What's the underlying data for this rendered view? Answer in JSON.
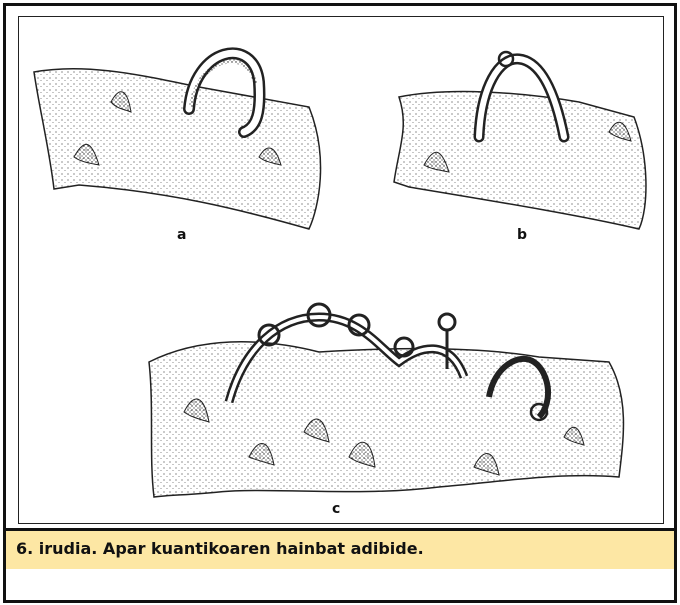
{
  "figure": {
    "panel_labels": {
      "a": "a",
      "b": "b",
      "c": "c"
    },
    "caption": "6. irudia. Apar kuantikoaren hainbat adibide."
  },
  "colors": {
    "caption_background": "#fde7a4",
    "border": "#111111",
    "ink": "#222222"
  }
}
